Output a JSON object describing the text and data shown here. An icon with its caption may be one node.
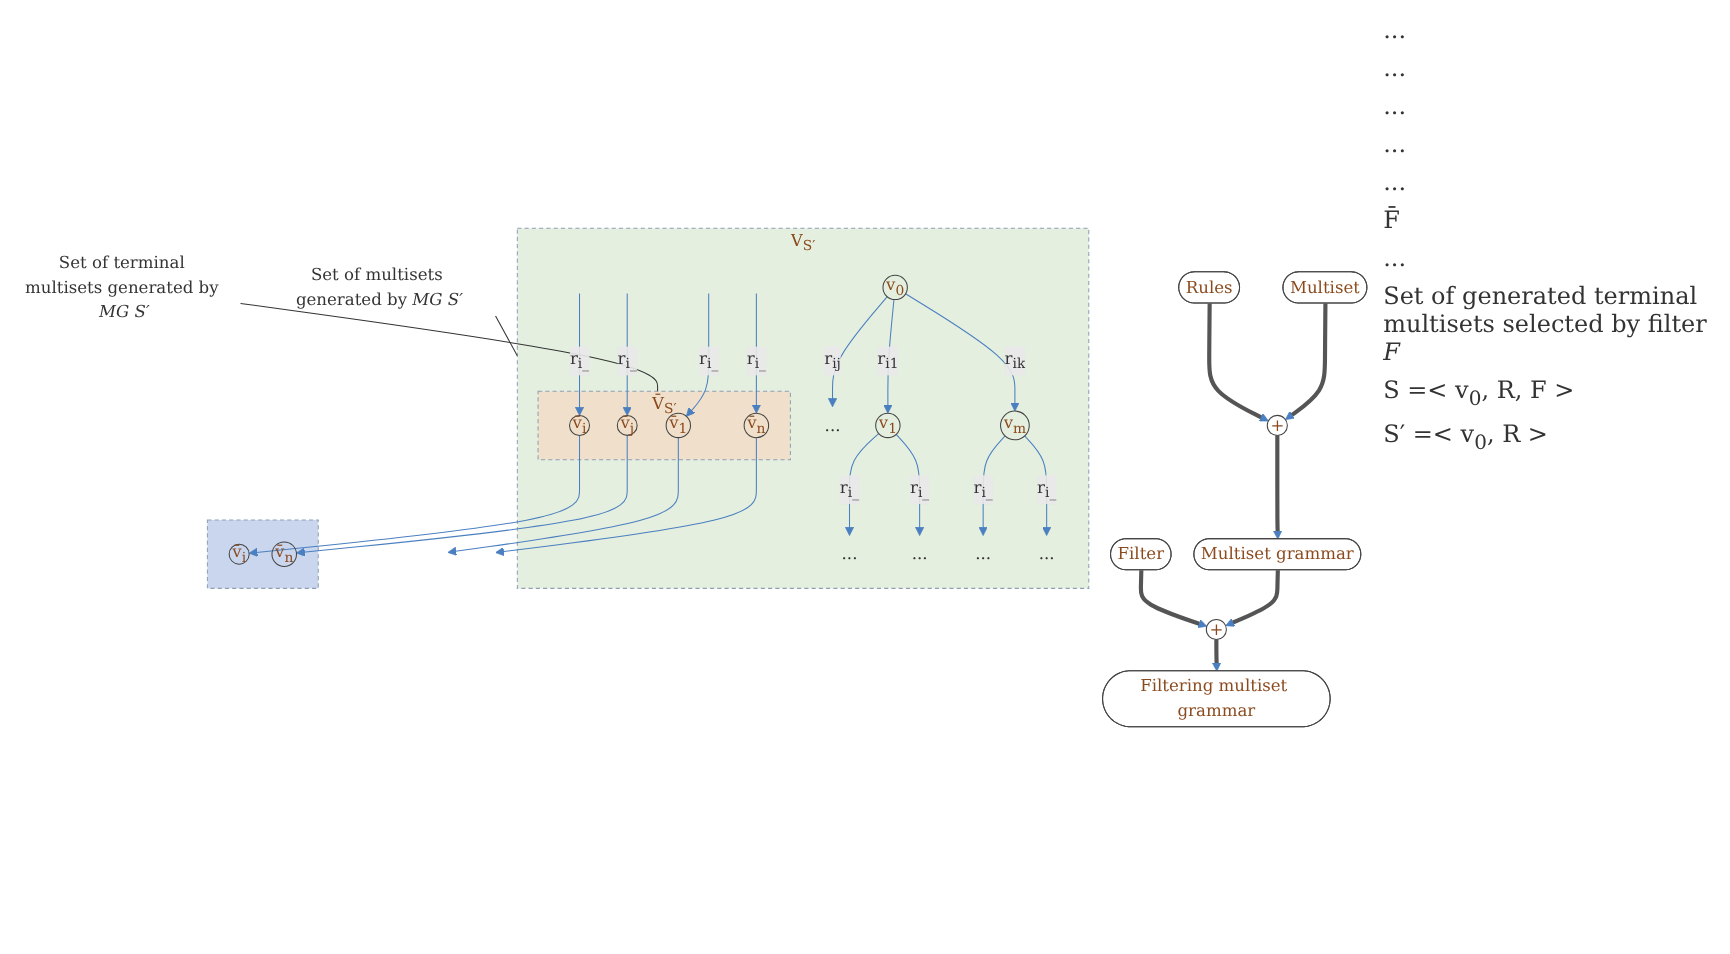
{
  "diagram": {
    "nodes": [
      {
        "text": [
          "Multiset"
        ]
      },
      {
        "text": [
          "+"
        ]
      },
      {
        "text": [
          "Rules"
        ]
      },
      {
        "text": [
          "Multiset grammar"
        ]
      },
      {
        "text": [
          "+"
        ]
      },
      {
        "text": [
          "Filter"
        ]
      },
      {
        "text": [
          "Filtering multiset grammar"
        ]
      },
      {
        "text": [
          "V$_{S′}$"
        ]
      },
      {
        "text": [
          "v$_{0}$"
        ],
        "in": 7
      },
      {
        "text": [
          "v$_{1}$"
        ],
        "in": 7
      },
      {
        "text": [
          "..."
        ],
        "in": 7
      },
      {
        "text": [
          "v$_{m}$"
        ],
        "in": 7
      },
      {
        "text": [
          "..."
        ],
        "in": 7
      },
      {
        "text": [
          "..."
        ],
        "in": 7
      },
      {
        "text": [
          "..."
        ],
        "in": 7
      },
      {
        "text": [
          "..."
        ],
        "in": 7
      },
      {
        "text": [
          "V̄$_{S′}$"
        ],
        "in": 7
      },
      {
        "text": [
          "v̄$_{1}$"
        ],
        "in": 16
      },
      {
        "text": [
          "v̄$_{i}$"
        ],
        "in": 16
      },
      {
        "text": [
          "v̄$_{j}$"
        ],
        "in": 16
      },
      {
        "text": [
          "v̄$_{n}$"
        ],
        "in": 16
      },
      {
        "text": [],
        "shape": "box"
      },
      {
        "text": [
          "v̄$_{i}$"
        ],
        "in": 21
      },
      {
        "text": [
          "v̄$_{n}$"
        ],
        "in": 21
      },
      {
        "text": [
          "Set of multisets generated by *MG S′*"
        ]
      },
      {
        "text": [
          "Set of terminal multisets generated by *MG S′*"
        ]
      }
    ],
    "edges": [
      {
        "from": 0,
        "to": 1,
        "arrow": "to",
        "style": "thick",
        "color": "#555555"
      },
      {
        "from": 2,
        "to": 1,
        "arrow": "to",
        "style": "thick",
        "color": "#555555"
      },
      {
        "from": 1,
        "to": 3,
        "arrow": "to",
        "style": "thick",
        "color": "#555555"
      },
      {
        "from": 3,
        "to": 4,
        "arrow": "to",
        "style": "thick",
        "color": "#555555"
      },
      {
        "from": 5,
        "to": 4,
        "arrow": "to",
        "style": "thick",
        "color": "#555555"
      },
      {
        "from": 4,
        "to": 6,
        "arrow": "to",
        "style": "thick",
        "color": "#555555"
      },
      {
        "from": 8,
        "to": 9,
        "arrow": "to",
        "label": "r$_{i1}$"
      },
      {
        "from": 8,
        "to": 10,
        "arrow": "to",
        "label": "r$_{ij}$"
      },
      {
        "from": 8,
        "to": 11,
        "arrow": "to",
        "label": "r$_{ik}$"
      },
      {
        "from": 9,
        "to": 12,
        "arrow": "to",
        "label": "r$_{i_}$"
      },
      {
        "from": 9,
        "to": 13,
        "arrow": "to",
        "label": "r$_{i_}$"
      },
      {
        "from": 11,
        "to": 14,
        "arrow": "to",
        "label": "r$_{i_}$"
      },
      {
        "from": 11,
        "to": 15,
        "arrow": "to",
        "label": "r$_{i_}$"
      },
      {
        "from": null,
        "to": 17,
        "arrow": "to",
        "label": "r$_{i_}$"
      },
      {
        "from": null,
        "to": 18,
        "arrow": "to",
        "label": "r$_{i_}$"
      },
      {
        "from": null,
        "to": 19,
        "arrow": "to",
        "label": "r$_{i_}$"
      },
      {
        "from": null,
        "to": 20,
        "arrow": "to",
        "label": "r$_{i_}$"
      },
      {
        "from": 17,
        "to": null,
        "arrow": "to"
      },
      {
        "from": 18,
        "to": 22,
        "arrow": "to"
      },
      {
        "from": 19,
        "to": 23,
        "arrow": "to"
      },
      {
        "from": 20,
        "to": null,
        "arrow": "to"
      },
      {
        "from": 24,
        "to": 7,
        "arrow": "none",
        "color": "#333333"
      },
      {
        "from": 25,
        "to": 16,
        "arrow": "none",
        "color": "#333333"
      }
    ],
    "labels": [
      "...",
      "...",
      "...",
      "...",
      "...",
      "F̄",
      "...",
      "Set of generated terminal multisets selected by filter *F*",
      "S =< v$_{0}$, R, F >",
      "S′ =< v$_{0}$, R >"
    ]
  }
}
